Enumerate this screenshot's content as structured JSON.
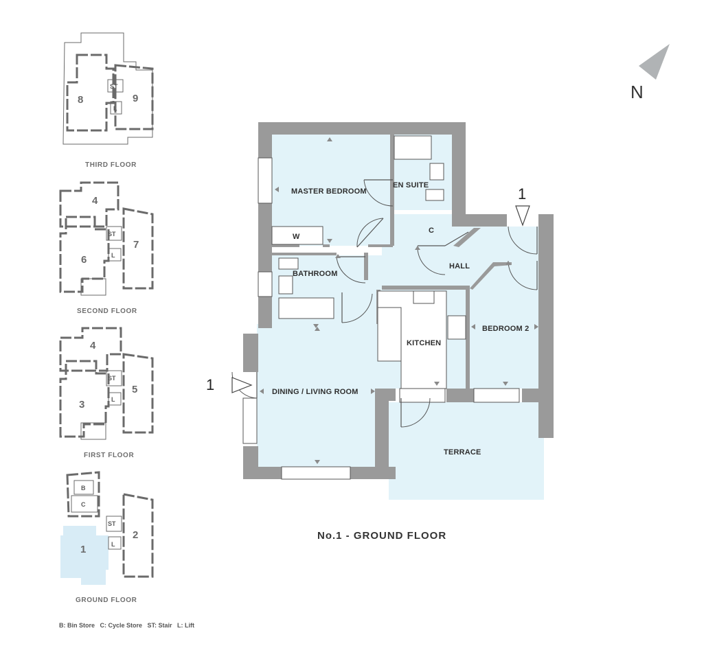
{
  "plan": {
    "title": "No.1 - GROUND FLOOR",
    "entry_marker_left": "1",
    "entry_marker_top": "1",
    "north_letter": "N"
  },
  "rooms": {
    "master_bedroom": "MASTER BEDROOM",
    "en_suite": "EN SUITE",
    "wardrobe": "W",
    "cupboard": "C",
    "hall": "HALL",
    "bathroom": "BATHROOM",
    "kitchen": "KITCHEN",
    "bedroom_2": "BEDROOM 2",
    "dining_living": "DINING / LIVING ROOM",
    "terrace": "TERRACE"
  },
  "key_plans": {
    "third_floor": {
      "caption": "THIRD FLOOR",
      "units": [
        "8",
        "9"
      ],
      "stair": "ST",
      "lift": "L"
    },
    "second_floor": {
      "caption": "SECOND FLOOR",
      "units": [
        "4",
        "6",
        "7"
      ],
      "stair": "ST",
      "lift": "L"
    },
    "first_floor": {
      "caption": "FIRST FLOOR",
      "units": [
        "4",
        "3",
        "5"
      ],
      "stair": "ST",
      "lift": "L"
    },
    "ground_floor": {
      "caption": "GROUND FLOOR",
      "units": [
        "1",
        "2"
      ],
      "bin": "B",
      "cycle": "C",
      "stair": "ST",
      "lift": "L"
    }
  },
  "legend": "B: Bin Store   C: Cycle Store   ST: Stair   L: Lift",
  "colors": {
    "wall": "#9a9a9a",
    "room_fill": "#e2f3f9",
    "highlight_unit": "#d8ecf6"
  }
}
